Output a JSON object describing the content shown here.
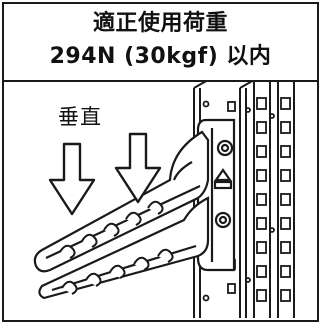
{
  "header": {
    "title_line1": "適正使用荷重",
    "title_line2": "294N (30kgf) 以内"
  },
  "diagram": {
    "direction_label": "垂直"
  },
  "colors": {
    "ink": "#1a1a1a",
    "background": "#ffffff"
  }
}
